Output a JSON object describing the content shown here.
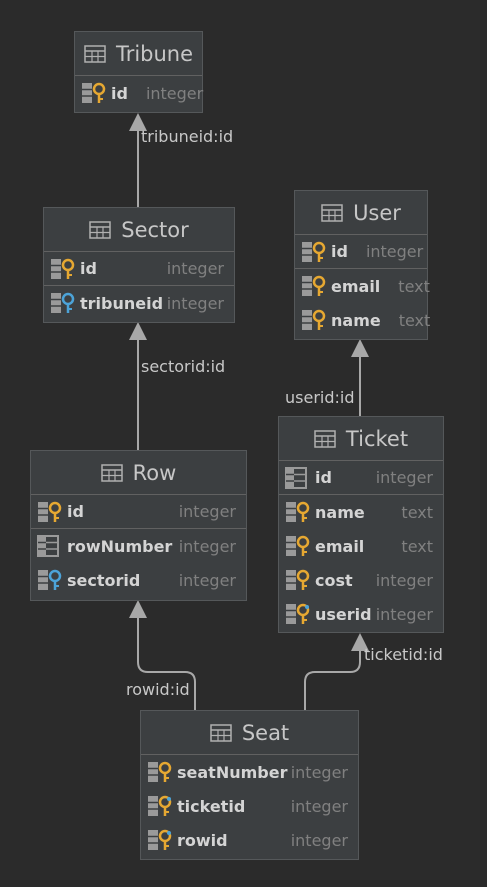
{
  "entities": {
    "tribune": {
      "title": "Tribune",
      "cols": [
        {
          "name": "id",
          "type": "integer"
        }
      ]
    },
    "sector": {
      "title": "Sector",
      "cols": [
        {
          "name": "id",
          "type": "integer"
        },
        {
          "name": "tribuneid",
          "type": "integer"
        }
      ]
    },
    "user": {
      "title": "User",
      "cols": [
        {
          "name": "id",
          "type": "integer"
        },
        {
          "name": "email",
          "type": "text"
        },
        {
          "name": "name",
          "type": "text"
        }
      ]
    },
    "row": {
      "title": "Row",
      "cols": [
        {
          "name": "id",
          "type": "integer"
        },
        {
          "name": "rowNumber",
          "type": "integer"
        },
        {
          "name": "sectorid",
          "type": "integer"
        }
      ]
    },
    "ticket": {
      "title": "Ticket",
      "cols": [
        {
          "name": "id",
          "type": "integer"
        },
        {
          "name": "name",
          "type": "text"
        },
        {
          "name": "email",
          "type": "text"
        },
        {
          "name": "cost",
          "type": "integer"
        },
        {
          "name": "userid",
          "type": "integer"
        }
      ]
    },
    "seat": {
      "title": "Seat",
      "cols": [
        {
          "name": "seatNumber",
          "type": "integer"
        },
        {
          "name": "ticketid",
          "type": "integer"
        },
        {
          "name": "rowid",
          "type": "integer"
        }
      ]
    }
  },
  "relations": {
    "sector_tribune": "tribuneid:id",
    "row_sector": "sectorid:id",
    "ticket_user": "userid:id",
    "seat_row": "rowid:id",
    "seat_ticket": "ticketid:id"
  },
  "colors": {
    "background": "#2b2b2b",
    "key_yellow": "#e6a832",
    "key_blue": "#4ca3d8",
    "line": "#a8a8a8"
  }
}
